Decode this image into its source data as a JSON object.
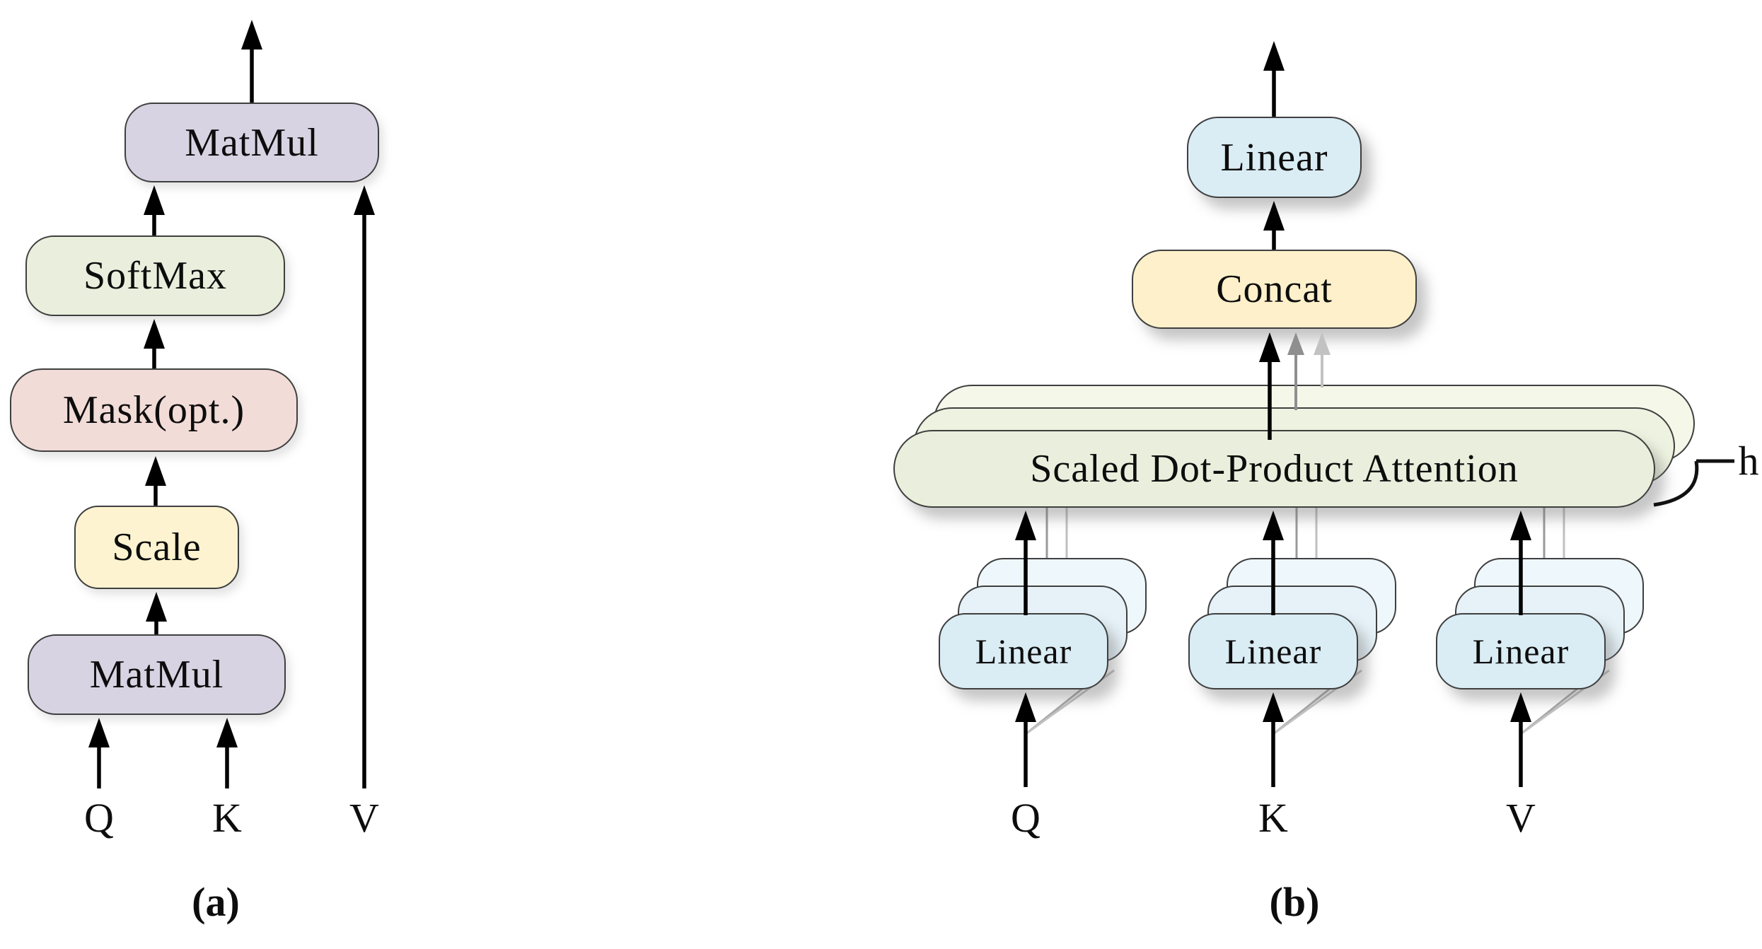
{
  "figure": {
    "panel_a": {
      "caption": "(a)",
      "nodes": {
        "matmul_top": "MatMul",
        "softmax": "SoftMax",
        "mask": "Mask(opt.)",
        "scale": "Scale",
        "matmul_bottom": "MatMul"
      },
      "inputs": {
        "q": "Q",
        "k": "K",
        "v": "V"
      }
    },
    "panel_b": {
      "caption": "(b)",
      "nodes": {
        "linear_top": "Linear",
        "concat": "Concat",
        "attention": "Scaled Dot-Product Attention",
        "linear_q": "Linear",
        "linear_k": "Linear",
        "linear_v": "Linear"
      },
      "inputs": {
        "q": "Q",
        "k": "K",
        "v": "V"
      },
      "num_heads_label": "h"
    },
    "colors": {
      "matmul": "#d8d3e2",
      "softmax_attention": "#e9efdc",
      "mask": "#f2dcd8",
      "scale": "#fdf3d0",
      "concat": "#fdf0ca",
      "linear": "#daecf4",
      "attention_back2": "#eef2e0",
      "attention_back3": "#f5f7e9",
      "linear_back2": "#e6f2f8",
      "linear_back3": "#eef7fb"
    }
  }
}
